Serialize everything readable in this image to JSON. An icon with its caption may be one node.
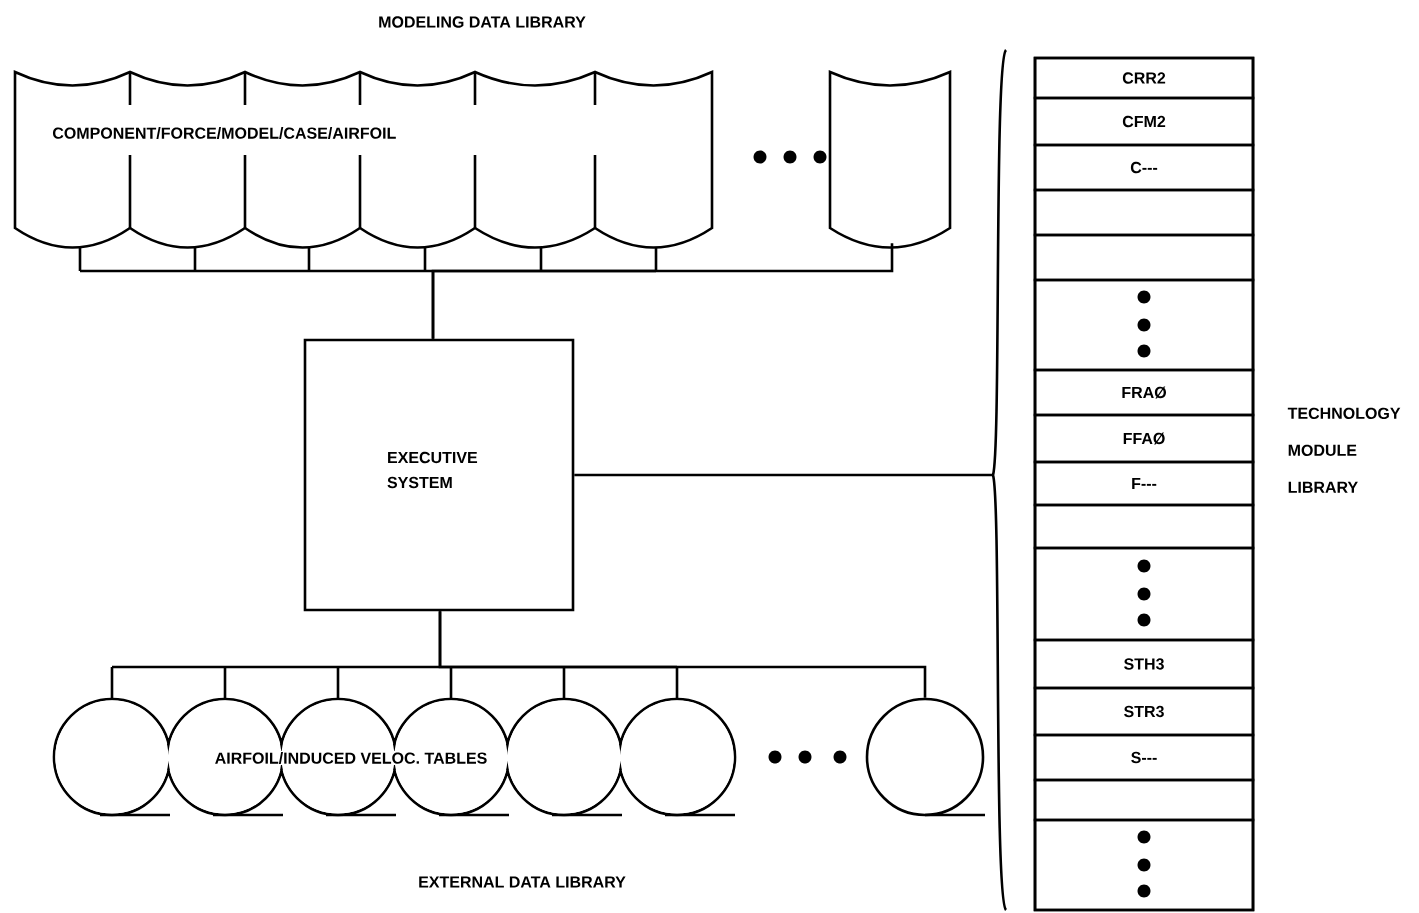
{
  "diagram": {
    "nodes": [
      {
        "text": [
          "COMPONENT/FORCE/MODEL/CASE/AIRFOIL"
        ]
      },
      {
        "text": [],
        "shape": "document"
      },
      {
        "text": [
          "EXECUTIVE SYSTEM"
        ]
      },
      {
        "text": [
          "AIRFOIL/INDUCED VELOC. TABLES"
        ]
      },
      {
        "text": [],
        "shape": "circle"
      },
      {
        "text": [],
        "shape": "box"
      },
      {
        "text": [
          "CRR2"
        ],
        "in": 5
      },
      {
        "text": [
          "CFM2"
        ],
        "in": 5
      },
      {
        "text": [
          "C---"
        ],
        "in": 5
      },
      {
        "text": [],
        "shape": "box",
        "in": 5
      },
      {
        "text": [],
        "shape": "box",
        "in": 5
      },
      {
        "text": [],
        "shape": "box",
        "in": 5
      },
      {
        "text": [
          "FRAØ"
        ],
        "in": 5
      },
      {
        "text": [
          "FFAØ"
        ],
        "in": 5
      },
      {
        "text": [
          "F---"
        ],
        "in": 5
      },
      {
        "text": [],
        "shape": "box",
        "in": 5
      },
      {
        "text": [],
        "shape": "box",
        "in": 5
      },
      {
        "text": [
          "STH3"
        ],
        "in": 5
      },
      {
        "text": [
          "STR3"
        ],
        "in": 5
      },
      {
        "text": [
          "S---"
        ],
        "in": 5
      },
      {
        "text": [],
        "shape": "box",
        "in": 5
      },
      {
        "text": [],
        "shape": "box",
        "in": 5
      }
    ],
    "edges": [
      {
        "from": 0,
        "to": 2,
        "arrow": "none"
      },
      {
        "from": 1,
        "to": 2,
        "arrow": "none"
      },
      {
        "from": 2,
        "to": 3,
        "arrow": "none"
      },
      {
        "from": 2,
        "to": 4,
        "arrow": "none"
      },
      {
        "from": 2,
        "to": 5,
        "arrow": "none"
      }
    ],
    "labels": [
      "MODELING DATA LIBRARY",
      "TECHNOLOGY MODULE LIBRARY",
      "EXTERNAL DATA LIBRARY"
    ]
  }
}
